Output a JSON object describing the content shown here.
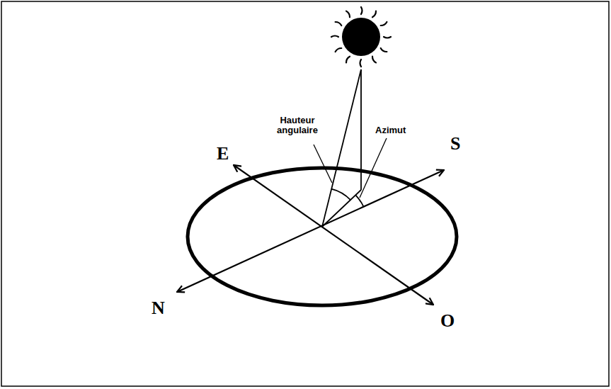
{
  "diagram": {
    "labels": [
      "E",
      "S",
      "N",
      "O",
      "Hauteur angulaire",
      "Azimut"
    ]
  }
}
